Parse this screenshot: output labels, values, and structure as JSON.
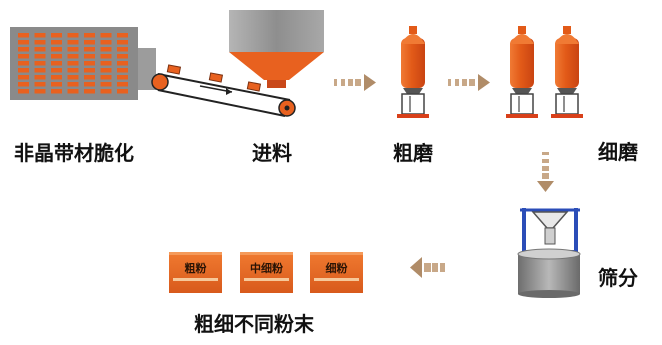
{
  "labels": {
    "amorphous_strip": "非晶带材脆化",
    "feeding": "进料",
    "coarse_grinding": "粗磨",
    "fine_grinding": "细磨",
    "sieving": "筛分",
    "result": "粗细不同粉末"
  },
  "packages": [
    {
      "label": "粗粉"
    },
    {
      "label": "中细粉"
    },
    {
      "label": "细粉"
    }
  ],
  "colors": {
    "orange": "#e8611f",
    "dark_orange": "#c9481a",
    "box_gray": "#8a8a8a",
    "hopper_gray": "#9a9a9a",
    "arrow_tan": "#c8a888",
    "frame_blue": "#2b4db8"
  }
}
